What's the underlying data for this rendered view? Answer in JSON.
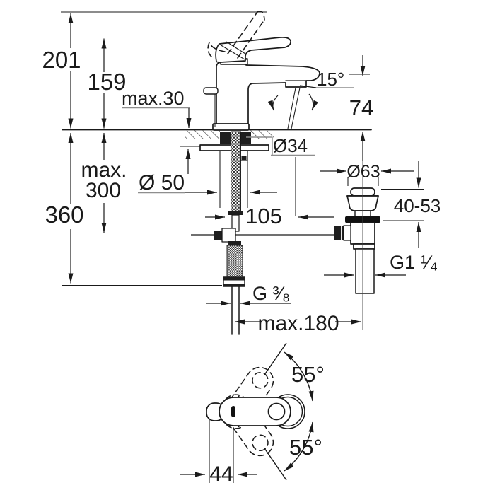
{
  "drawing_type": "faucet installation dimensional drawing",
  "colors": {
    "ink": "#1a1a1a",
    "leader_gray": "#8e8e8e",
    "background": "#ffffff"
  },
  "dimensions": {
    "total_height": "201",
    "spout_height": "159",
    "max_mounting_thickness": "max.30",
    "spout_angle": "15°",
    "outlet_to_deck": "74",
    "max_depth_line1": "max.",
    "max_depth_line2": "300",
    "supply_length": "360",
    "base_diameter": "Ø 50",
    "hole_diameter": "Ø34",
    "rod_offset": "105",
    "waste_flange_diameter": "Ø63",
    "waste_adjust_range": "40-53",
    "waste_thread": "G1 ¹⁄₄",
    "supply_thread": "G ³⁄₈",
    "max_reach": "max.180",
    "swivel_angle_upper": "55°",
    "swivel_angle_lower": "55°",
    "spout_to_center": "44"
  }
}
